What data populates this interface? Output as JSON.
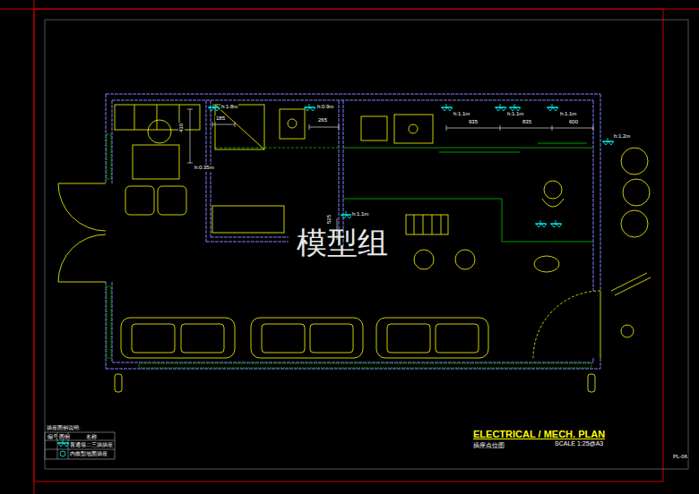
{
  "diagram": {
    "title": "ELECTRICAL / MECH. PLAN",
    "labels": [
      "h:1.8m",
      "185",
      "430",
      "h:0.35m",
      "h:0.9m",
      "265",
      "h:1.1m",
      "935",
      "h:1.1m",
      "835",
      "h:1.1m",
      "600",
      "h:1.2m",
      "h:1.1m",
      "525",
      "模型组",
      "插座点位图",
      "SCALE 1:25@A3",
      "PL-06",
      "插座图例说明:",
      "编号",
      "图例",
      "名称"
    ],
    "legend": [
      {
        "text": "普通墙二三插插座"
      },
      {
        "text": "内嵌型地面插座"
      }
    ]
  }
}
